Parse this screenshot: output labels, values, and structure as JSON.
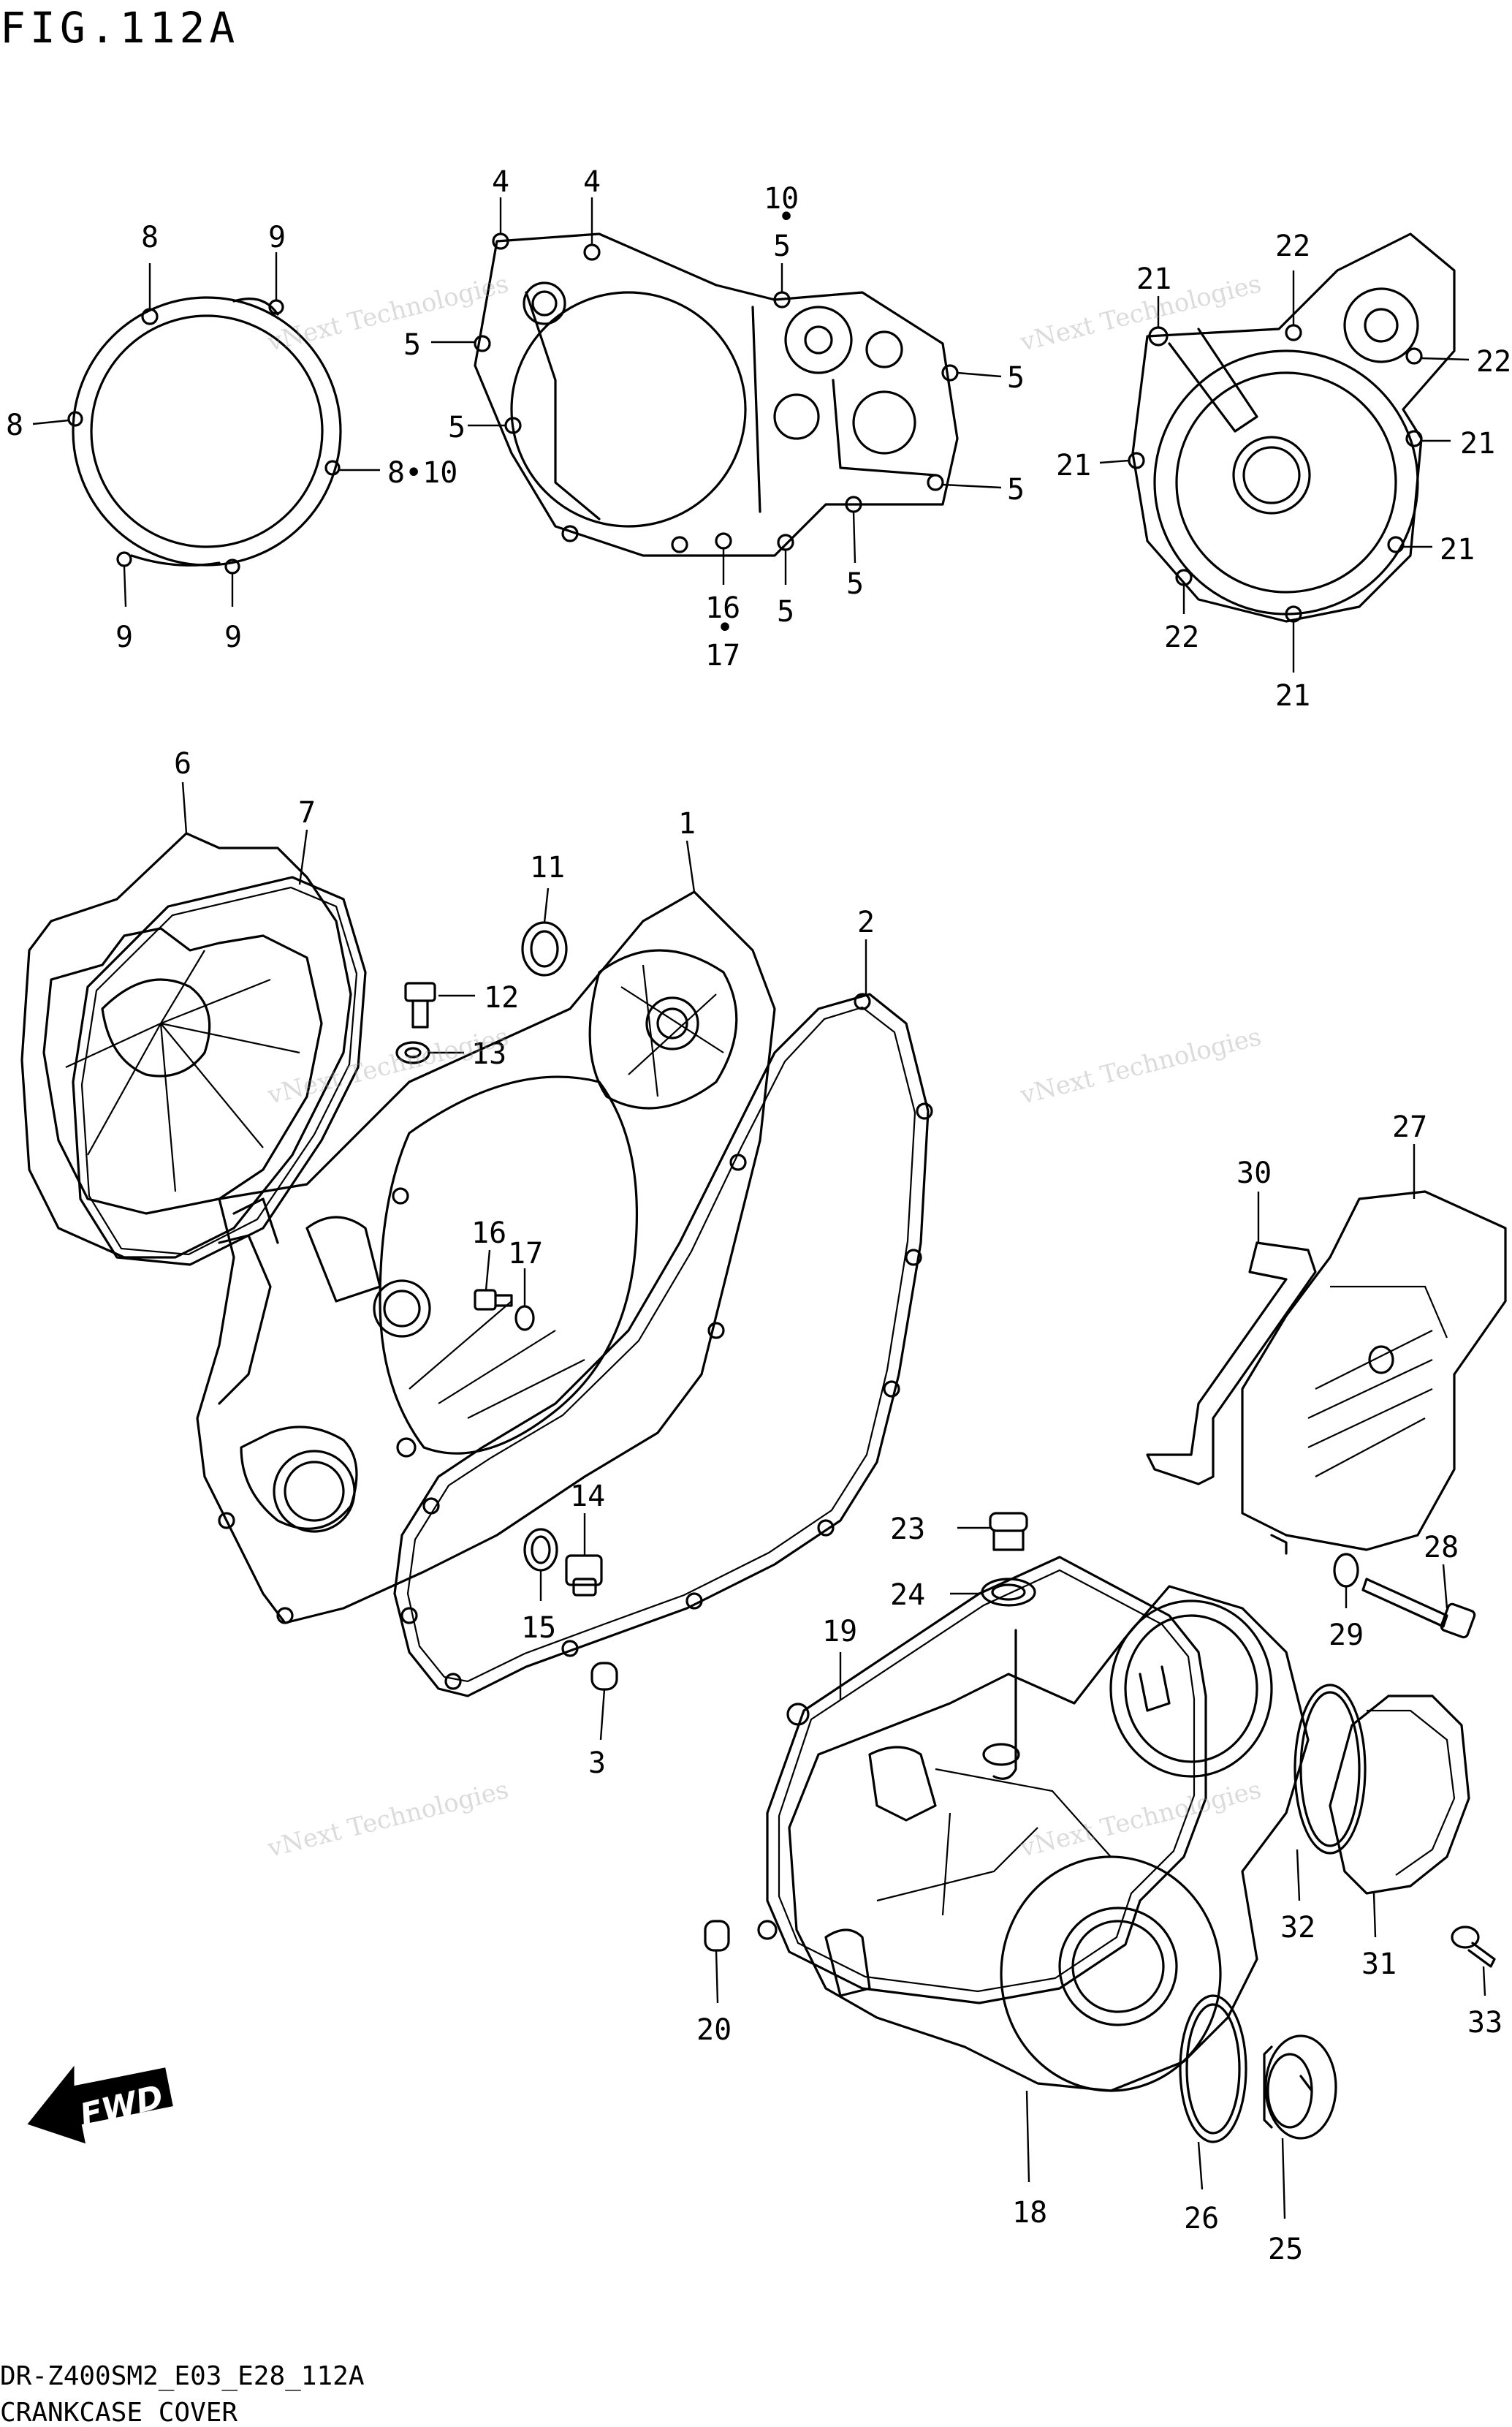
{
  "title": "FIG.112A",
  "footer": {
    "model_code": "DR-Z400SM2_E03_E28_112A",
    "caption": "CRANKCASE COVER"
  },
  "watermark": "vNext Technologies",
  "fwd_label": "FWD",
  "callouts": {
    "c1": "1",
    "c2": "2",
    "c3": "3",
    "c4a": "4",
    "c4b": "4",
    "c5a": "5",
    "c5b": "5",
    "c5c": "5",
    "c5d": "5",
    "c5e": "5",
    "c5f": "5",
    "c5g": "5",
    "c6": "6",
    "c7": "7",
    "c8a": "8",
    "c8b": "8",
    "c8c": "8•10",
    "c9a": "9",
    "c9b": "9",
    "c9c": "9",
    "c10": "10",
    "c11": "11",
    "c12": "12",
    "c13": "13",
    "c14": "14",
    "c15": "15",
    "c16a": "16",
    "c16b": "16",
    "c17a": "17",
    "c17b": "17",
    "c18": "18",
    "c19": "19",
    "c20": "20",
    "c21a": "21",
    "c21b": "21",
    "c21c": "21",
    "c21d": "21",
    "c21e": "21",
    "c22a": "22",
    "c22b": "22",
    "c22c": "22",
    "c23": "23",
    "c24": "24",
    "c25": "25",
    "c26": "26",
    "c27": "27",
    "c28": "28",
    "c29": "29",
    "c30": "30",
    "c31": "31",
    "c32": "32",
    "c33": "33"
  }
}
